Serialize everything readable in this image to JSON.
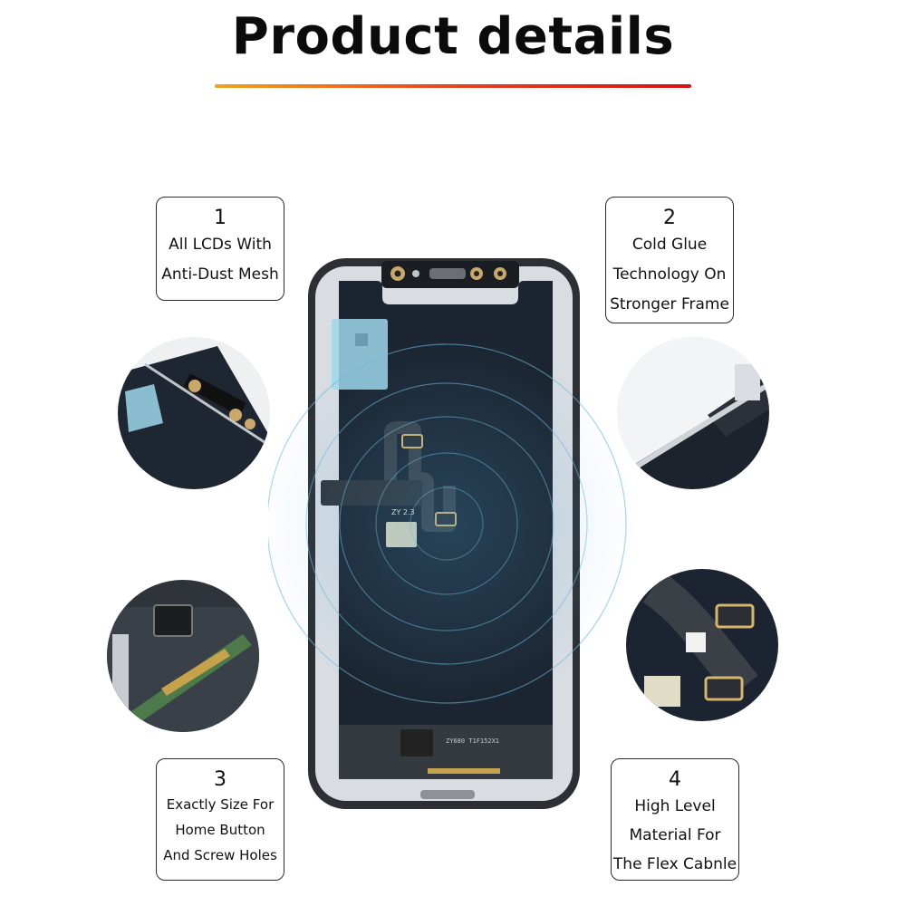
{
  "header": {
    "title": "Product details",
    "underline_colors": [
      "#f0a21c",
      "#e8421e",
      "#d11414"
    ]
  },
  "callouts": [
    {
      "number": "1",
      "lines": [
        "All LCDs With",
        "Anti-Dust Mesh"
      ]
    },
    {
      "number": "2",
      "lines": [
        "Cold Glue",
        "Technology On",
        "Stronger Frame"
      ]
    },
    {
      "number": "3",
      "lines": [
        "Exactly Size For",
        "Home Button",
        "And Screw Holes"
      ]
    },
    {
      "number": "4",
      "lines": [
        "High Level",
        "Material For",
        "The Flex Cabnle"
      ]
    }
  ],
  "phone": {
    "flex_label": "ZY 2.3",
    "board_label": "ZY680 T1F152X1"
  },
  "colors": {
    "screen": "#1b2430",
    "frame": "#2c2f33",
    "mesh": "#d9dde2",
    "ring": "#6fb8dc",
    "sticker": "#9fd8ec"
  }
}
